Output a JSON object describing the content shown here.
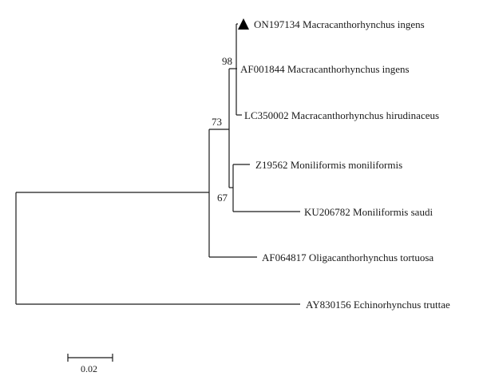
{
  "tree": {
    "taxa": [
      {
        "id": "t1",
        "label": "ON197134 Macracanthorhynchus ingens",
        "marker": "filled-triangle"
      },
      {
        "id": "t2",
        "label": "AF001844 Macracanthorhynchus ingens"
      },
      {
        "id": "t3",
        "label": "LC350002 Macracanthorhynchus hirudinaceus"
      },
      {
        "id": "t4",
        "label": "Z19562 Moniliformis moniliformis"
      },
      {
        "id": "t5",
        "label": "KU206782 Moniliformis saudi"
      },
      {
        "id": "t6",
        "label": "AF064817 Oligacanthorhynchus tortuosa"
      },
      {
        "id": "t7",
        "label": "AY830156 Echinorhynchus truttae"
      }
    ],
    "bootstrap": {
      "macracanthorhynchus_clade": "98",
      "macracanthorhynchus_moniliformis_clade": "73",
      "moniliformis_clade": "67"
    },
    "scale_bar": {
      "label": "0.02",
      "length": 0.02
    }
  }
}
